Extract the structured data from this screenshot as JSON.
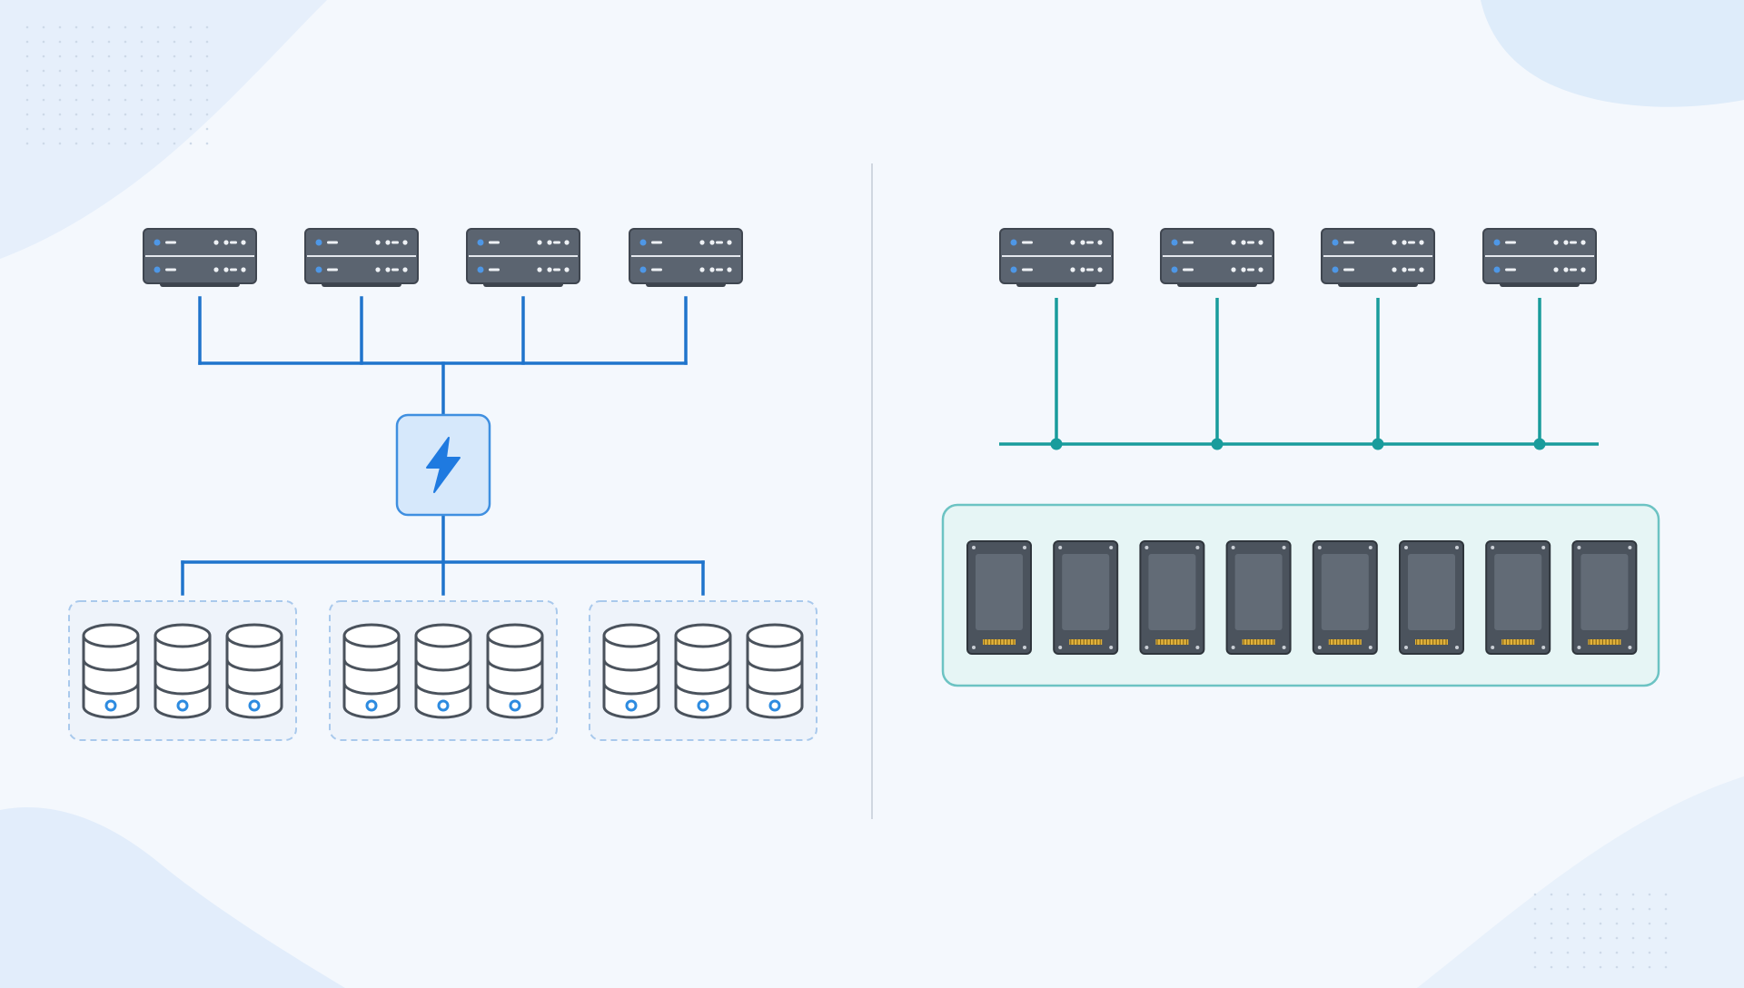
{
  "colors": {
    "background": "#f4f8fd",
    "blob": "#dceafa",
    "dots": "#cdd9e8",
    "divider": "#c4ccd6",
    "left_link": "#1f74cc",
    "right_link": "#199c9c",
    "hub_fill": "#d6e8fb",
    "hub_border": "#3f8fe0",
    "hub_icon": "#1f7ae0",
    "server_body": "#5b6470",
    "server_accent": "#4e97e6",
    "disk_group_fill": "#eef3fa",
    "disk_group_border": "#a9c9ec",
    "disk_stroke": "#4a525c",
    "disk_fill": "#ffffff",
    "disk_led": "#2d8be0",
    "shared_pool_fill": "#e6f5f5",
    "shared_pool_border": "#6cc3c3",
    "ssd_body": "#4b535d",
    "ssd_panel": "#626b76",
    "ssd_pins": "#e3b33b"
  },
  "icons": {
    "server": "rack-server-icon",
    "hub": "lightning-bolt-icon",
    "disk": "database-cylinder-icon",
    "drive": "ssd-drive-icon"
  },
  "left_topology": {
    "description_kind": "servers connected through a central switch to grouped disk arrays",
    "server_count": 4,
    "hub_icon": "lightning-bolt-icon",
    "disk_group_count": 3,
    "disks_per_group": 3
  },
  "right_topology": {
    "description_kind": "servers attached to a shared bus over a pooled drive enclosure",
    "server_count": 4,
    "drive_count": 8
  }
}
